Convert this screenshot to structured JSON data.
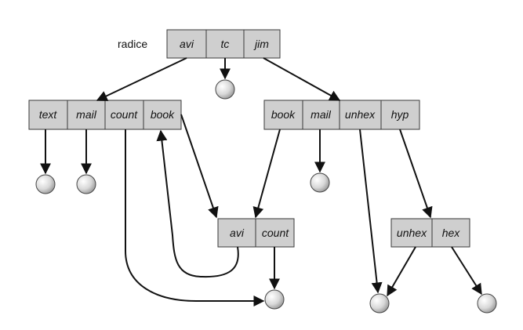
{
  "root_label": "radice",
  "root_dir": [
    "avi",
    "tc",
    "jim"
  ],
  "left_dir": [
    "text",
    "mail",
    "count",
    "book"
  ],
  "right_dir": [
    "book",
    "mail",
    "unhex",
    "hyp"
  ],
  "mid_dir": [
    "avi",
    "count"
  ],
  "hyp_dir": [
    "unhex",
    "hex"
  ],
  "colors": {
    "cell_fill": "#cfcfcf",
    "cell_border": "#3a3a3a",
    "edge": "#111111",
    "file_node": "#dcdcdc"
  }
}
